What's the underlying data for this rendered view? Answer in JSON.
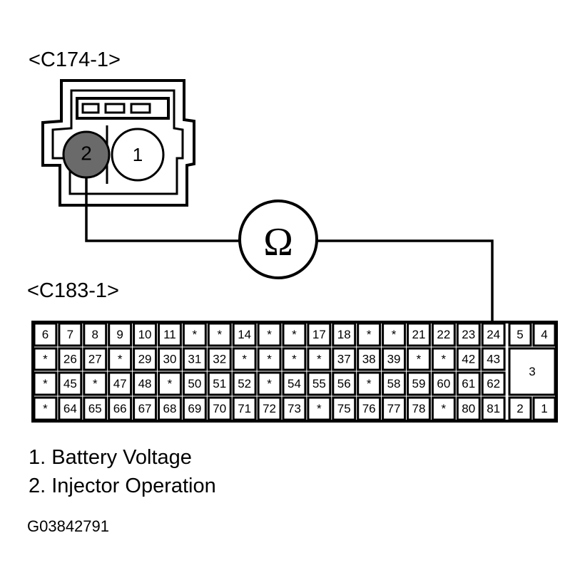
{
  "connector_top": {
    "label": "<C174-1>",
    "pins": [
      {
        "number": "2",
        "highlighted": true
      },
      {
        "number": "1",
        "highlighted": false
      }
    ]
  },
  "meter": {
    "symbol": "Ω"
  },
  "connector_bottom": {
    "label": "<C183-1>",
    "rows": [
      [
        "6",
        "7",
        "8",
        "9",
        "10",
        "11",
        "*",
        "*",
        "14",
        "*",
        "*",
        "17",
        "18",
        "*",
        "*",
        "21",
        "22",
        "23",
        "24",
        "5",
        "4"
      ],
      [
        "*",
        "26",
        "27",
        "*",
        "29",
        "30",
        "31",
        "32",
        "*",
        "*",
        "*",
        "*",
        "37",
        "38",
        "39",
        "*",
        "*",
        "42",
        "43"
      ],
      [
        "*",
        "45",
        "*",
        "47",
        "48",
        "*",
        "50",
        "51",
        "52",
        "*",
        "54",
        "55",
        "56",
        "*",
        "58",
        "59",
        "60",
        "61",
        "62"
      ],
      [
        "*",
        "64",
        "65",
        "66",
        "67",
        "68",
        "69",
        "70",
        "71",
        "72",
        "73",
        "*",
        "75",
        "76",
        "77",
        "78",
        "*",
        "80",
        "81",
        "2",
        "1"
      ]
    ],
    "large_pin": "3",
    "highlighted_pin": "24"
  },
  "legend": {
    "item1": "1. Battery Voltage",
    "item2": "2. Injector Operation"
  },
  "figure_id": "G03842791",
  "colors": {
    "line": "#000000",
    "highlight": "#555555"
  }
}
